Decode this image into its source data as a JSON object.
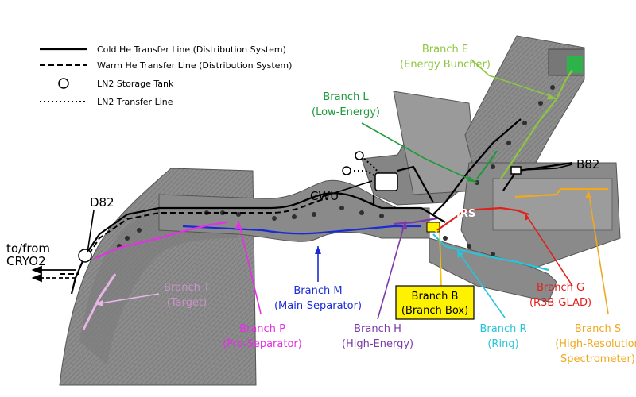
{
  "legend": {
    "cold_line": "Cold He Transfer Line (Distribution System)",
    "warm_line": "Warm He Transfer Line (Distribution System)",
    "storage_tank": "LN2 Storage Tank",
    "ln2_line": "LN2 Transfer Line"
  },
  "labels": {
    "d82": "D82",
    "to_from_1": "to/from",
    "to_from_2": "CRYO2",
    "cwu": "CWU",
    "hrs": "HRS",
    "b82": "B82"
  },
  "branches": {
    "e": {
      "name": "Branch E",
      "desc": "(Energy Buncher)",
      "color": "#8dc63f"
    },
    "l": {
      "name": "Branch L",
      "desc": "(Low-Energy)",
      "color": "#1e9a3a"
    },
    "t": {
      "name": "Branch T",
      "desc": "(Target)",
      "color": "#e7b6e7"
    },
    "m": {
      "name": "Branch M",
      "desc": "(Main-Separator)",
      "color": "#1a2bd6"
    },
    "p": {
      "name": "Branch P",
      "desc": "(Pre-Separator)",
      "color": "#e62fe6"
    },
    "h": {
      "name": "Branch H",
      "desc": "(High-Energy)",
      "color": "#7a3aa8"
    },
    "b": {
      "name": "Branch B",
      "desc": "(Branch Box)",
      "color": "#fff200"
    },
    "r": {
      "name": "Branch R",
      "desc": "(Ring)",
      "color": "#29c4d8"
    },
    "g": {
      "name": "Branch G",
      "desc": "(R3B-GLAD)",
      "color": "#e0201b"
    },
    "s": {
      "name": "Branch S",
      "desc": "(High-Resolution",
      "desc2": "Spectrometer)",
      "color": "#f0a820"
    }
  }
}
